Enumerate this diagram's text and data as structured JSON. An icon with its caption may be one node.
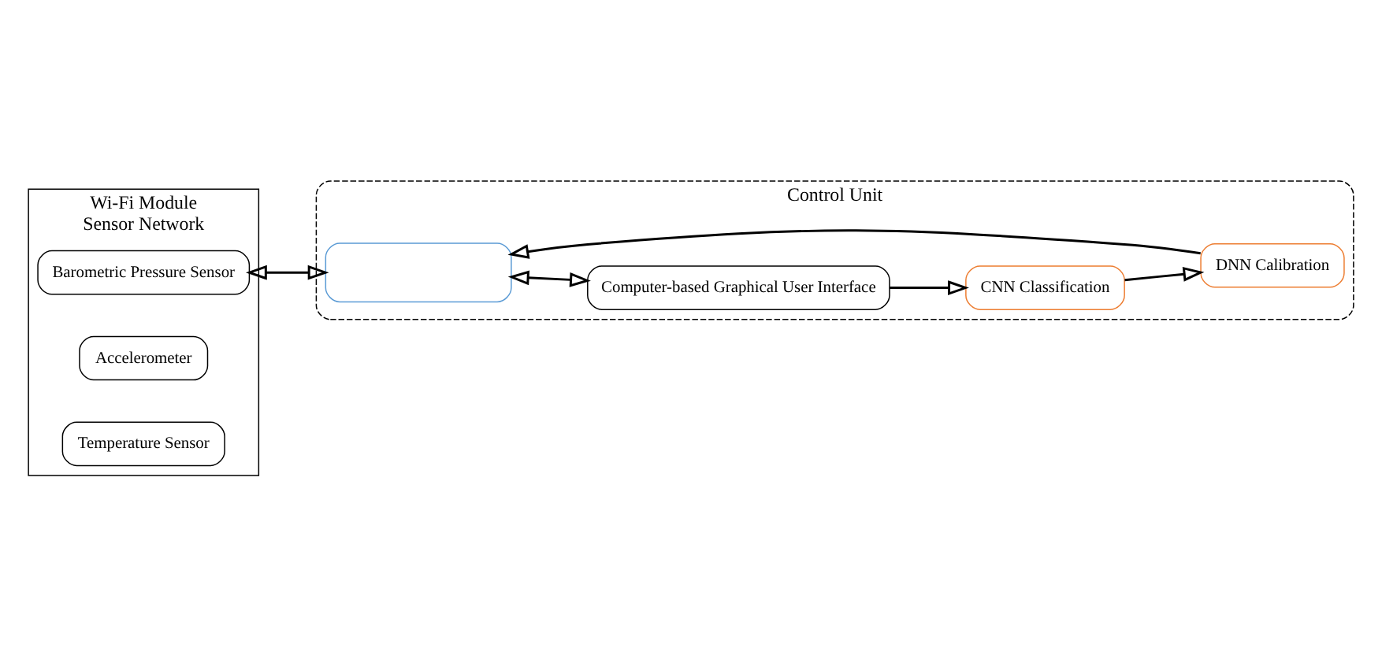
{
  "diagram": {
    "nodes": [
      {
        "text": [
          "Wi-Fi Module",
          "Sensor Network"
        ]
      },
      {
        "text": [
          "Barometric Pressure Sensor"
        ],
        "in": 0
      },
      {
        "text": [
          "Accelerometer"
        ],
        "in": 0
      },
      {
        "text": [
          "Temperature Sensor"
        ],
        "in": 0
      },
      {
        "text": [
          "Control Unit"
        ]
      },
      {
        "text": [],
        "shape": "box",
        "in": 4
      },
      {
        "text": [
          "Computer-based Graphical User Interface"
        ],
        "in": 4
      },
      {
        "text": [
          "DNN Calibration"
        ],
        "in": 4
      },
      {
        "text": [
          "CNN Classification"
        ],
        "in": 4
      }
    ],
    "edges": [
      {
        "from": 1,
        "to": 5,
        "arrow": "both"
      },
      {
        "from": 5,
        "to": 6,
        "arrow": "both"
      },
      {
        "from": 6,
        "to": 8,
        "arrow": "to"
      },
      {
        "from": 8,
        "to": 7,
        "arrow": "to"
      },
      {
        "from": 7,
        "to": 5,
        "arrow": "to"
      }
    ]
  }
}
